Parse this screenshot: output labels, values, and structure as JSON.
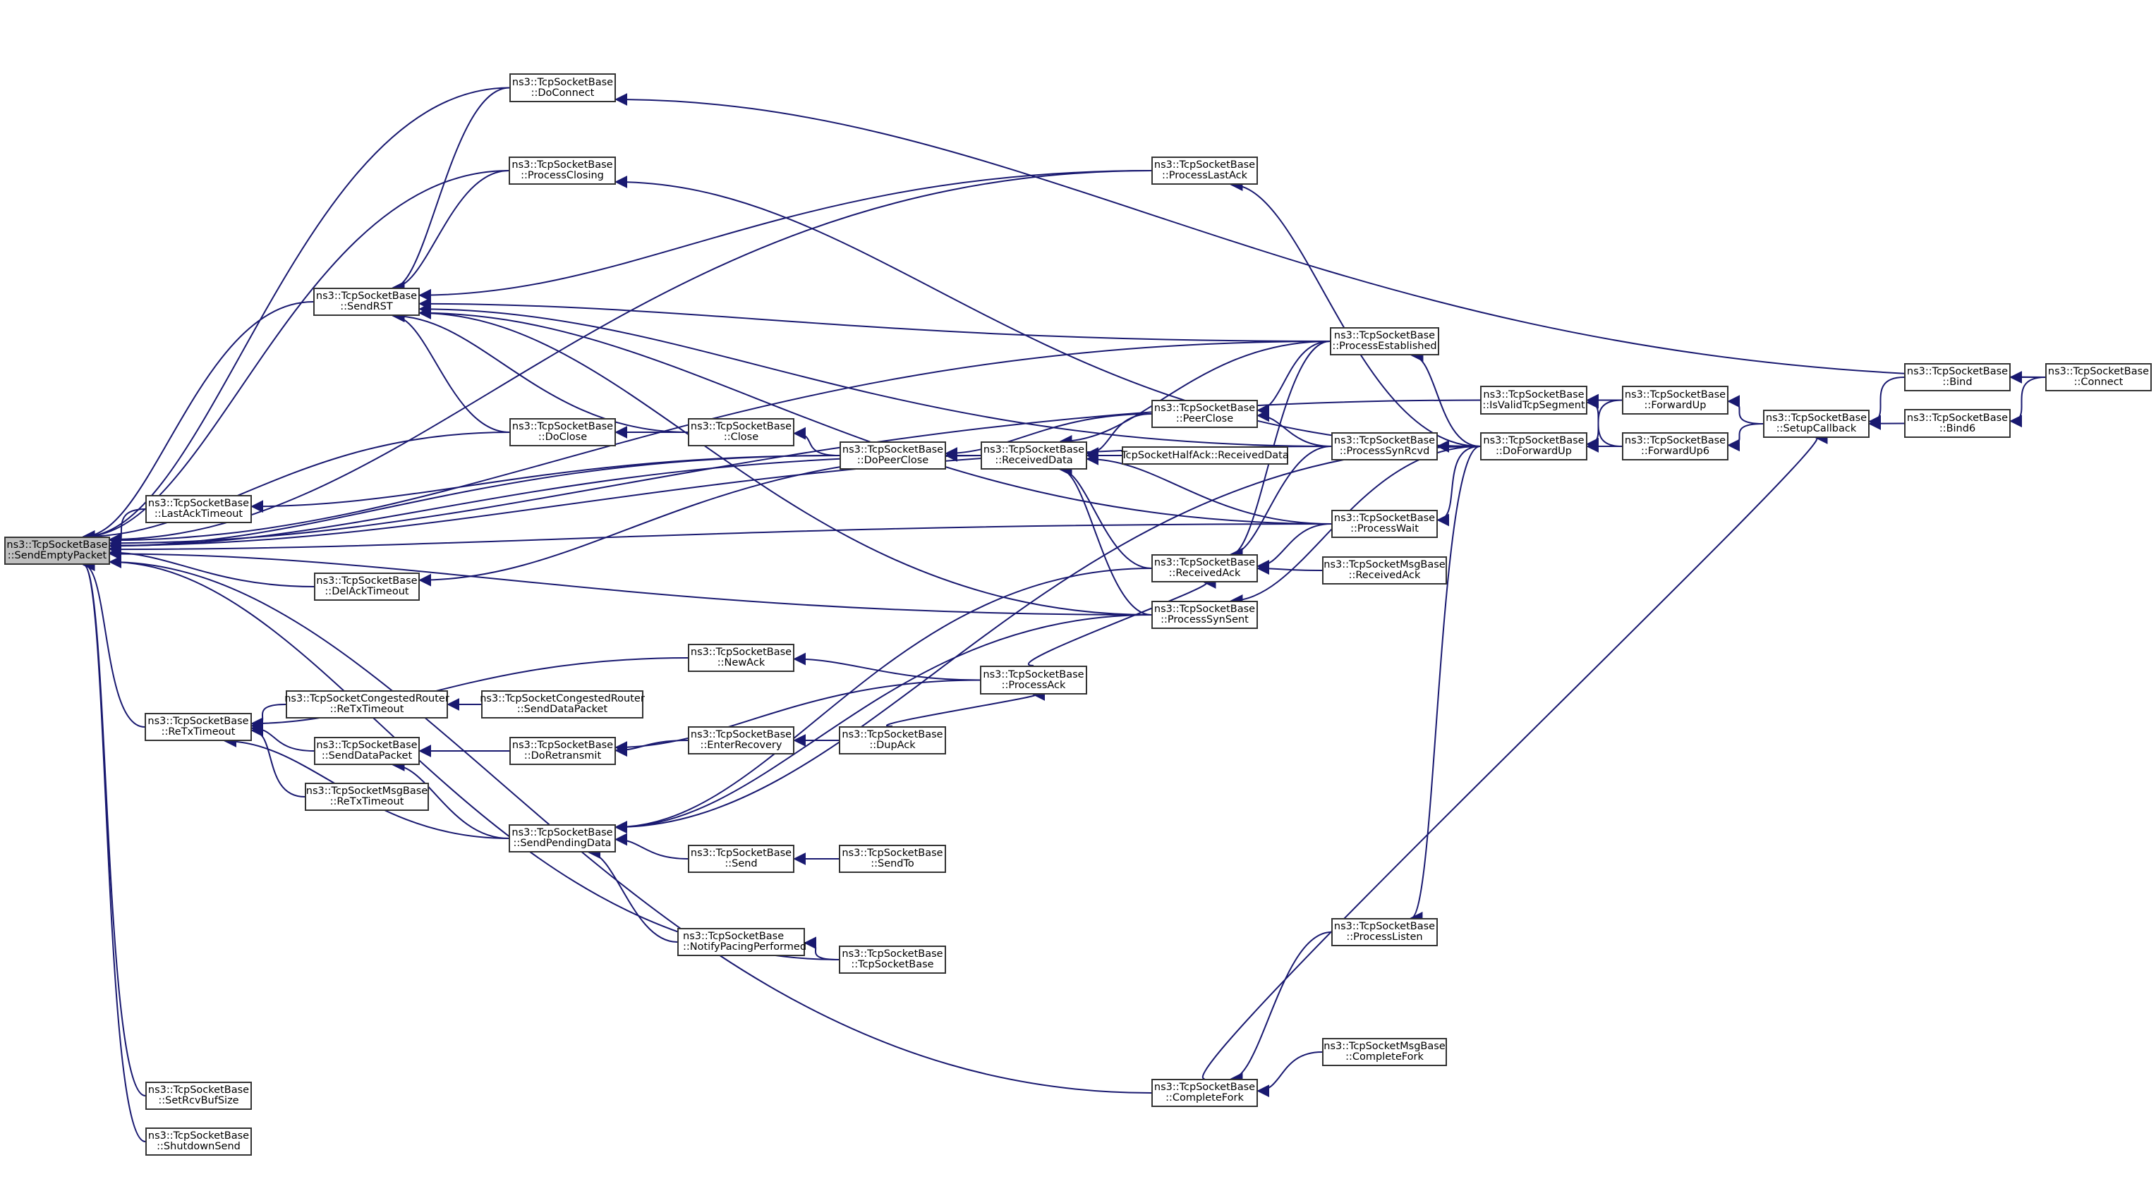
{
  "diagram": {
    "type": "doxygen-caller-graph",
    "root": "n_root",
    "colors": {
      "edge": "#191970",
      "root_fill": "#bfbfbf",
      "node_fill": "#ffffff",
      "node_border": "#333333"
    },
    "nodes": {
      "n_root": {
        "line1": "ns3::TcpSocketBase",
        "line2": "::SendEmptyPacket"
      },
      "n_sendrst": {
        "line1": "ns3::TcpSocketBase",
        "line2": "::SendRST"
      },
      "n_doconnect": {
        "line1": "ns3::TcpSocketBase",
        "line2": "::DoConnect"
      },
      "n_processclosing": {
        "line1": "ns3::TcpSocketBase",
        "line2": "::ProcessClosing"
      },
      "n_processlastack": {
        "line1": "ns3::TcpSocketBase",
        "line2": "::ProcessLastAck"
      },
      "n_doclose": {
        "line1": "ns3::TcpSocketBase",
        "line2": "::DoClose"
      },
      "n_close": {
        "line1": "ns3::TcpSocketBase",
        "line2": "::Close"
      },
      "n_lastacktimeout": {
        "line1": "ns3::TcpSocketBase",
        "line2": "::LastAckTimeout"
      },
      "n_delacktimeout": {
        "line1": "ns3::TcpSocketBase",
        "line2": "::DelAckTimeout"
      },
      "n_dopeerclose": {
        "line1": "ns3::TcpSocketBase",
        "line2": "::DoPeerClose"
      },
      "n_receiveddata": {
        "line1": "ns3::TcpSocketBase",
        "line2": "::ReceivedData"
      },
      "n_peerclose": {
        "line1": "ns3::TcpSocketBase",
        "line2": "::PeerClose"
      },
      "n_halfack_receiveddata": {
        "line1": "TcpSocketHalfAck::ReceivedData",
        "line2": ""
      },
      "n_processestablished": {
        "line1": "ns3::TcpSocketBase",
        "line2": "::ProcessEstablished"
      },
      "n_processsynrcvd": {
        "line1": "ns3::TcpSocketBase",
        "line2": "::ProcessSynRcvd"
      },
      "n_processwait": {
        "line1": "ns3::TcpSocketBase",
        "line2": "::ProcessWait"
      },
      "n_receivedack": {
        "line1": "ns3::TcpSocketBase",
        "line2": "::ReceivedAck"
      },
      "n_msgbase_receivedack": {
        "line1": "ns3::TcpSocketMsgBase",
        "line2": "::ReceivedAck"
      },
      "n_processsynsent": {
        "line1": "ns3::TcpSocketBase",
        "line2": "::ProcessSynSent"
      },
      "n_isvalidtcpsegment": {
        "line1": "ns3::TcpSocketBase",
        "line2": "::IsValidTcpSegment"
      },
      "n_doforwardup": {
        "line1": "ns3::TcpSocketBase",
        "line2": "::DoForwardUp"
      },
      "n_forwardup": {
        "line1": "ns3::TcpSocketBase",
        "line2": "::ForwardUp"
      },
      "n_forwardup6": {
        "line1": "ns3::TcpSocketBase",
        "line2": "::ForwardUp6"
      },
      "n_setupcallback": {
        "line1": "ns3::TcpSocketBase",
        "line2": "::SetupCallback"
      },
      "n_bind": {
        "line1": "ns3::TcpSocketBase",
        "line2": "::Bind"
      },
      "n_bind6": {
        "line1": "ns3::TcpSocketBase",
        "line2": "::Bind6"
      },
      "n_connect": {
        "line1": "ns3::TcpSocketBase",
        "line2": "::Connect"
      },
      "n_retxtimeout": {
        "line1": "ns3::TcpSocketBase",
        "line2": "::ReTxTimeout"
      },
      "n_cr_retxtimeout": {
        "line1": "ns3::TcpSocketCongestedRouter",
        "line2": "::ReTxTimeout"
      },
      "n_cr_senddatapacket": {
        "line1": "ns3::TcpSocketCongestedRouter",
        "line2": "::SendDataPacket"
      },
      "n_senddatapacket": {
        "line1": "ns3::TcpSocketBase",
        "line2": "::SendDataPacket"
      },
      "n_msgbase_retxtimeout": {
        "line1": "ns3::TcpSocketMsgBase",
        "line2": "::ReTxTimeout"
      },
      "n_doretransmit": {
        "line1": "ns3::TcpSocketBase",
        "line2": "::DoRetransmit"
      },
      "n_newack": {
        "line1": "ns3::TcpSocketBase",
        "line2": "::NewAck"
      },
      "n_processack": {
        "line1": "ns3::TcpSocketBase",
        "line2": "::ProcessAck"
      },
      "n_enterrecovery": {
        "line1": "ns3::TcpSocketBase",
        "line2": "::EnterRecovery"
      },
      "n_dupack": {
        "line1": "ns3::TcpSocketBase",
        "line2": "::DupAck"
      },
      "n_sendpendingdata": {
        "line1": "ns3::TcpSocketBase",
        "line2": "::SendPendingData"
      },
      "n_send": {
        "line1": "ns3::TcpSocketBase",
        "line2": "::Send"
      },
      "n_sendto": {
        "line1": "ns3::TcpSocketBase",
        "line2": "::SendTo"
      },
      "n_notifypacing": {
        "line1": "ns3::TcpSocketBase",
        "line2": "::NotifyPacingPerformed"
      },
      "n_ctor": {
        "line1": "ns3::TcpSocketBase",
        "line2": "::TcpSocketBase"
      },
      "n_processlisten": {
        "line1": "ns3::TcpSocketBase",
        "line2": "::ProcessListen"
      },
      "n_msgbase_completefork": {
        "line1": "ns3::TcpSocketMsgBase",
        "line2": "::CompleteFork"
      },
      "n_completefork": {
        "line1": "ns3::TcpSocketBase",
        "line2": "::CompleteFork"
      },
      "n_setrcvbufsize": {
        "line1": "ns3::TcpSocketBase",
        "line2": "::SetRcvBufSize"
      },
      "n_shutdownsend": {
        "line1": "ns3::TcpSocketBase",
        "line2": "::ShutdownSend"
      }
    },
    "edges": [
      [
        "n_sendrst",
        "n_root"
      ],
      [
        "n_doconnect",
        "n_root"
      ],
      [
        "n_doconnect",
        "n_sendrst"
      ],
      [
        "n_processclosing",
        "n_root"
      ],
      [
        "n_processclosing",
        "n_sendrst"
      ],
      [
        "n_processlastack",
        "n_root"
      ],
      [
        "n_processlastack",
        "n_sendrst"
      ],
      [
        "n_doclose",
        "n_root"
      ],
      [
        "n_doclose",
        "n_sendrst"
      ],
      [
        "n_close",
        "n_doclose"
      ],
      [
        "n_close",
        "n_sendrst"
      ],
      [
        "n_dopeerclose",
        "n_close"
      ],
      [
        "n_dopeerclose",
        "n_root"
      ],
      [
        "n_dopeerclose",
        "n_lastacktimeout"
      ],
      [
        "n_lastacktimeout",
        "n_root"
      ],
      [
        "n_delacktimeout",
        "n_root"
      ],
      [
        "n_receiveddata",
        "n_delacktimeout"
      ],
      [
        "n_receiveddata",
        "n_dopeerclose"
      ],
      [
        "n_receiveddata",
        "n_root"
      ],
      [
        "n_peerclose",
        "n_dopeerclose"
      ],
      [
        "n_peerclose",
        "n_receiveddata"
      ],
      [
        "n_halfack_receiveddata",
        "n_receiveddata"
      ],
      [
        "n_processestablished",
        "n_peerclose"
      ],
      [
        "n_processestablished",
        "n_receivedack"
      ],
      [
        "n_processestablished",
        "n_sendrst"
      ],
      [
        "n_processestablished",
        "n_receiveddata"
      ],
      [
        "n_processestablished",
        "n_root"
      ],
      [
        "n_processsynrcvd",
        "n_peerclose"
      ],
      [
        "n_processsynrcvd",
        "n_receivedack"
      ],
      [
        "n_processsynrcvd",
        "n_sendrst"
      ],
      [
        "n_processsynrcvd",
        "n_root"
      ],
      [
        "n_processwait",
        "n_receiveddata"
      ],
      [
        "n_processwait",
        "n_receivedack"
      ],
      [
        "n_processwait",
        "n_sendrst"
      ],
      [
        "n_processwait",
        "n_root"
      ],
      [
        "n_receivedack",
        "n_receiveddata"
      ],
      [
        "n_msgbase_receivedack",
        "n_receivedack"
      ],
      [
        "n_processsynsent",
        "n_receiveddata"
      ],
      [
        "n_processsynsent",
        "n_sendrst"
      ],
      [
        "n_processsynsent",
        "n_root"
      ],
      [
        "n_processsynsent",
        "n_sendpendingdata"
      ],
      [
        "n_doforwardup",
        "n_processestablished"
      ],
      [
        "n_doforwardup",
        "n_processsynrcvd"
      ],
      [
        "n_doforwardup",
        "n_processwait"
      ],
      [
        "n_doforwardup",
        "n_processlastack"
      ],
      [
        "n_doforwardup",
        "n_processclosing"
      ],
      [
        "n_doforwardup",
        "n_processsynsent"
      ],
      [
        "n_doforwardup",
        "n_sendpendingdata"
      ],
      [
        "n_doforwardup",
        "n_processlisten"
      ],
      [
        "n_isvalidtcpsegment",
        "n_root"
      ],
      [
        "n_forwardup",
        "n_isvalidtcpsegment"
      ],
      [
        "n_forwardup",
        "n_doforwardup"
      ],
      [
        "n_forwardup6",
        "n_doforwardup"
      ],
      [
        "n_forwardup6",
        "n_isvalidtcpsegment"
      ],
      [
        "n_setupcallback",
        "n_forwardup"
      ],
      [
        "n_setupcallback",
        "n_forwardup6"
      ],
      [
        "n_bind",
        "n_setupcallback"
      ],
      [
        "n_bind6",
        "n_setupcallback"
      ],
      [
        "n_connect",
        "n_bind"
      ],
      [
        "n_connect",
        "n_bind6"
      ],
      [
        "n_connect",
        "n_doconnect"
      ],
      [
        "n_processack",
        "n_receivedack"
      ],
      [
        "n_processack",
        "n_newack"
      ],
      [
        "n_processack",
        "n_doretransmit"
      ],
      [
        "n_dupack",
        "n_processack"
      ],
      [
        "n_enterrecovery",
        "n_doretransmit"
      ],
      [
        "n_dupack",
        "n_enterrecovery"
      ],
      [
        "n_newack",
        "n_retxtimeout"
      ],
      [
        "n_retxtimeout",
        "n_root"
      ],
      [
        "n_cr_retxtimeout",
        "n_retxtimeout"
      ],
      [
        "n_cr_senddatapacket",
        "n_cr_retxtimeout"
      ],
      [
        "n_senddatapacket",
        "n_retxtimeout"
      ],
      [
        "n_doretransmit",
        "n_senddatapacket"
      ],
      [
        "n_sendpendingdata",
        "n_senddatapacket"
      ],
      [
        "n_msgbase_retxtimeout",
        "n_retxtimeout"
      ],
      [
        "n_sendpendingdata",
        "n_retxtimeout"
      ],
      [
        "n_send",
        "n_sendpendingdata"
      ],
      [
        "n_sendto",
        "n_send"
      ],
      [
        "n_notifypacing",
        "n_sendpendingdata"
      ],
      [
        "n_ctor",
        "n_notifypacing"
      ],
      [
        "n_ctor",
        "n_root"
      ],
      [
        "n_processlisten",
        "n_completefork"
      ],
      [
        "n_msgbase_completefork",
        "n_completefork"
      ],
      [
        "n_completefork",
        "n_root"
      ],
      [
        "n_completefork",
        "n_setupcallback"
      ],
      [
        "n_setrcvbufsize",
        "n_root"
      ],
      [
        "n_shutdownsend",
        "n_root"
      ],
      [
        "n_receivedack",
        "n_sendpendingdata"
      ]
    ]
  }
}
